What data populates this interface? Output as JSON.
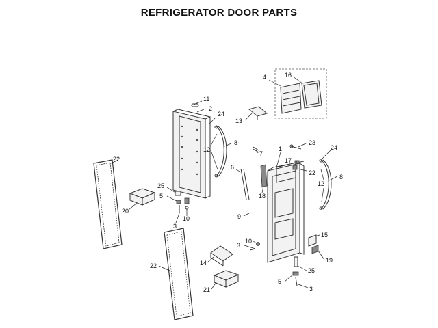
{
  "title": "REFRIGERATOR DOOR PARTS",
  "callouts": [
    {
      "id": "c1",
      "label": "1"
    },
    {
      "id": "c2",
      "label": "2"
    },
    {
      "id": "c3a",
      "label": "3"
    },
    {
      "id": "c3b",
      "label": "3"
    },
    {
      "id": "c3c",
      "label": "3"
    },
    {
      "id": "c4",
      "label": "4"
    },
    {
      "id": "c5a",
      "label": "5"
    },
    {
      "id": "c5b",
      "label": "5"
    },
    {
      "id": "c6",
      "label": "6"
    },
    {
      "id": "c7",
      "label": "7"
    },
    {
      "id": "c8a",
      "label": "8"
    },
    {
      "id": "c8b",
      "label": "8"
    },
    {
      "id": "c9",
      "label": "9"
    },
    {
      "id": "c10a",
      "label": "10"
    },
    {
      "id": "c10b",
      "label": "10"
    },
    {
      "id": "c11",
      "label": "11"
    },
    {
      "id": "c12a",
      "label": "12"
    },
    {
      "id": "c12b",
      "label": "12"
    },
    {
      "id": "c13",
      "label": "13"
    },
    {
      "id": "c14",
      "label": "14"
    },
    {
      "id": "c15",
      "label": "15"
    },
    {
      "id": "c16",
      "label": "16"
    },
    {
      "id": "c17",
      "label": "17"
    },
    {
      "id": "c18",
      "label": "18"
    },
    {
      "id": "c19",
      "label": "19"
    },
    {
      "id": "c20a",
      "label": "20"
    },
    {
      "id": "c20b",
      "label": "20"
    },
    {
      "id": "c21",
      "label": "21"
    },
    {
      "id": "c22a",
      "label": "22"
    },
    {
      "id": "c22b",
      "label": "22"
    },
    {
      "id": "c23",
      "label": "23"
    },
    {
      "id": "c24a",
      "label": "24"
    },
    {
      "id": "c24b",
      "label": "24"
    },
    {
      "id": "c25a",
      "label": "25"
    },
    {
      "id": "c25b",
      "label": "25"
    }
  ]
}
